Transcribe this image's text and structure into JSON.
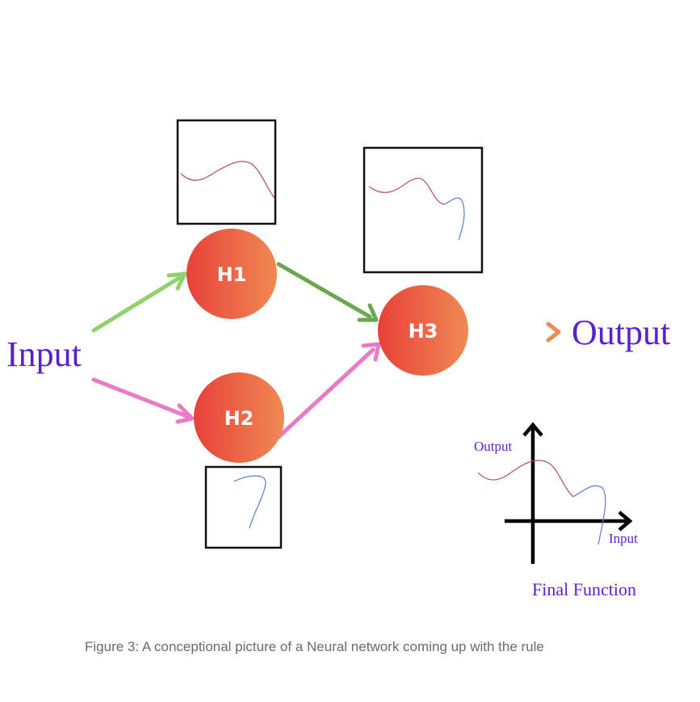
{
  "diagram": {
    "input_label": "Input",
    "output_label": "Output",
    "nodes": [
      {
        "id": "h1",
        "label": "H1"
      },
      {
        "id": "h2",
        "label": "H2"
      },
      {
        "id": "h3",
        "label": "H3"
      }
    ],
    "final_function": {
      "title": "Final Function",
      "y_axis_label": "Output",
      "x_axis_label": "Input"
    }
  },
  "caption": "Figure 3: A conceptional picture of a Neural network coming up with the rule",
  "colors": {
    "text_purple": "#5a1fd1",
    "node_gradient_start": "#e8413a",
    "node_gradient_end": "#ef8a52",
    "arrow_green_light": "#8fd16a",
    "arrow_green_dark": "#6aa84f",
    "arrow_pink": "#e87ac6",
    "curve_red": "#b0506e",
    "curve_blue": "#5b7fc9",
    "caption_gray": "#6b6b6b"
  }
}
